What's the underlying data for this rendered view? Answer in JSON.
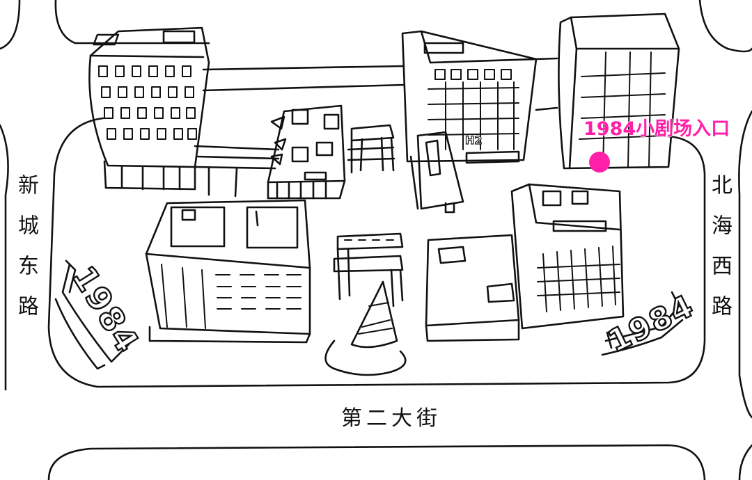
{
  "map": {
    "roads": {
      "west": "新城东路",
      "east": "北海西路",
      "south": "第二大街"
    },
    "entrance": {
      "label": "1984小剧场入口",
      "color": "#ff1fa8"
    },
    "signs": {
      "sculpture_number": "1984",
      "building_sign": "H2"
    },
    "line_color": "#111111"
  }
}
